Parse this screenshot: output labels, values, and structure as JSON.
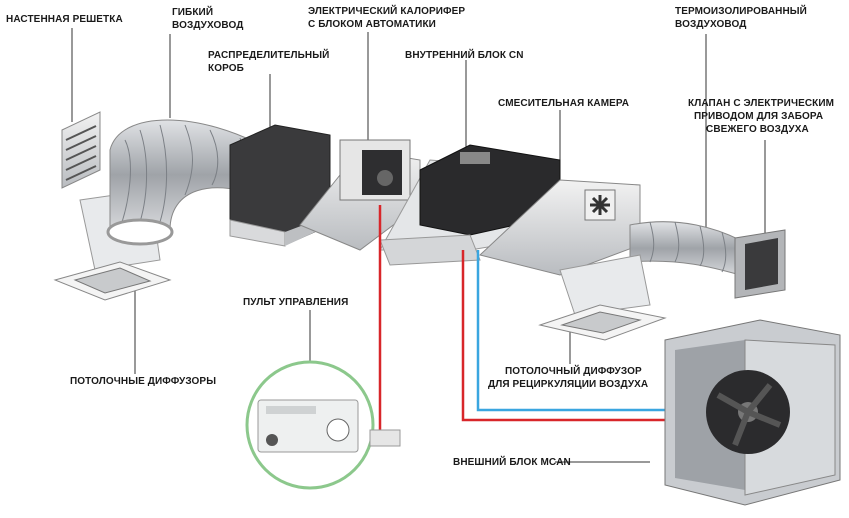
{
  "labels": {
    "wall_grille": "НАСТЕННАЯ РЕШЕТКА",
    "flex_duct_1": "ГИБКИЙ",
    "flex_duct_2": "ВОЗДУХОВОД",
    "distribution_box_1": "РАСПРЕДЕЛИТЕЛЬНЫЙ",
    "distribution_box_2": "КОРОБ",
    "heater_1": "ЭЛЕКТРИЧЕСКИЙ КАЛОРИФЕР",
    "heater_2": "С БЛОКОМ АВТОМАТИКИ",
    "indoor_unit": "ВНУТРЕННИЙ БЛОК CN",
    "insulated_duct_1": "ТЕРМОИЗОЛИРОВАННЫЙ",
    "insulated_duct_2": "ВОЗДУХОВОД",
    "mixing_chamber": "СМЕСИТЕЛЬНАЯ КАМЕРА",
    "damper_1": "КЛАПАН С ЭЛЕКТРИЧЕСКИМ",
    "damper_2": "ПРИВОДОМ ДЛЯ ЗАБОРА",
    "damper_3": "СВЕЖЕГО ВОЗДУХА",
    "remote_control": "ПУЛЬТ УПРАВЛЕНИЯ",
    "ceiling_diffusers": "ПОТОЛОЧНЫЕ ДИФФУЗОРЫ",
    "recirc_diffuser_1": "ПОТОЛОЧНЫЙ ДИФФУЗОР",
    "recirc_diffuser_2": "ДЛЯ РЕЦИРКУЛЯЦИИ ВОЗДУХА",
    "outdoor_unit": "ВНЕШНИЙ БЛОК MCAN"
  },
  "colors": {
    "pipe_hot": "#d8262a",
    "pipe_cold": "#3aa6e0",
    "remote_ring": "#8cc88c"
  }
}
